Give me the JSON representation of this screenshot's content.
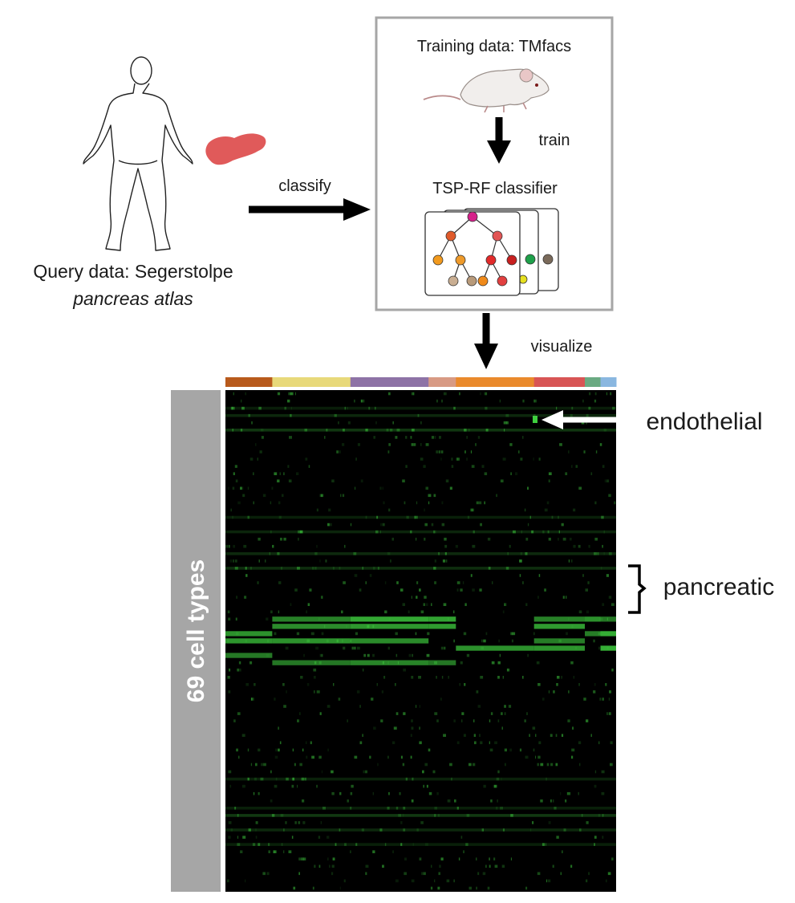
{
  "query": {
    "line1": "Query data: Segerstolpe",
    "line2": "pancreas atlas"
  },
  "arrows": {
    "classify": "classify",
    "train": "train",
    "visualize": "visualize"
  },
  "training": {
    "title": "Training data: TMfacs",
    "classifier": "TSP-RF classifier"
  },
  "heatmap": {
    "side_label": "69 cell types",
    "annotations": {
      "endothelial": "endothelial",
      "pancreatic": "pancreatic"
    },
    "row_count": 69,
    "group_colors": [
      {
        "color": "#b85a1c",
        "fraction": 0.12
      },
      {
        "color": "#e8d97a",
        "fraction": 0.2
      },
      {
        "color": "#8e73a6",
        "fraction": 0.2
      },
      {
        "color": "#d89a84",
        "fraction": 0.07
      },
      {
        "color": "#ea8a2c",
        "fraction": 0.2
      },
      {
        "color": "#d85555",
        "fraction": 0.13
      },
      {
        "color": "#6aaa82",
        "fraction": 0.04
      },
      {
        "color": "#8ab7e0",
        "fraction": 0.04
      }
    ],
    "colors": {
      "background": "#000000",
      "signal": "#3fcf3f",
      "side_bar": "#a6a6a6"
    }
  },
  "colors": {
    "pancreas_organ": "#e05a5a",
    "tree_nodes": [
      "#d6208a",
      "#e05a2a",
      "#e25555",
      "#f29a1e",
      "#ee9a2a",
      "#e22a2a",
      "#c82020",
      "#c9ae92",
      "#b89a7a",
      "#f08a1a",
      "#e24040",
      "#1ea04a",
      "#7a6a5a",
      "#e6e020"
    ]
  }
}
